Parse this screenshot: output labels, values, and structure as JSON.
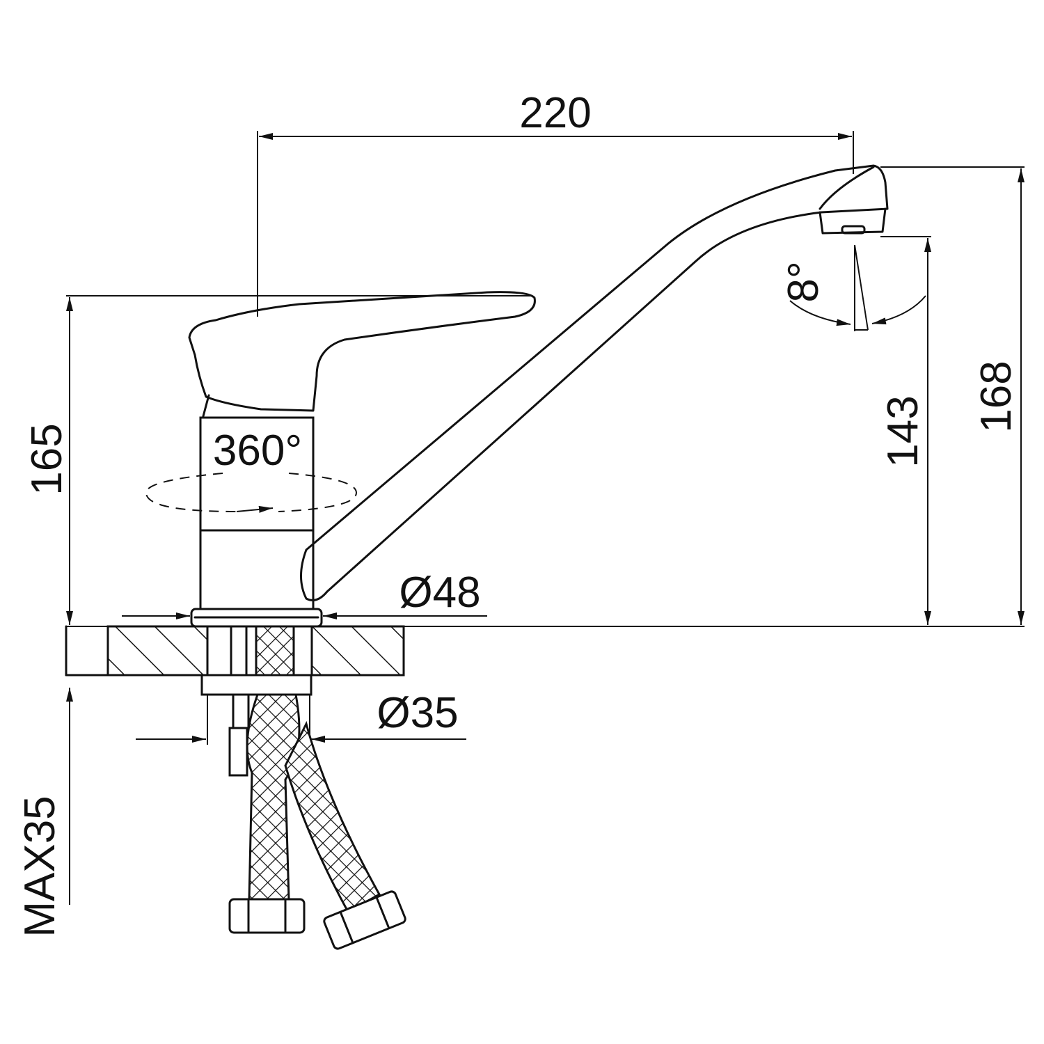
{
  "title": "Kitchen faucet dimension drawing",
  "dimensions": {
    "spout_reach": "220",
    "body_height": "165",
    "rotation": "360°",
    "base_diameter": "Ø48",
    "shank_diameter": "Ø35",
    "max_counter_thickness": "MAX35",
    "outlet_height": "143",
    "total_height": "168",
    "aerator_angle": "8°"
  },
  "colors": {
    "line": "#111111",
    "background": "#ffffff"
  }
}
